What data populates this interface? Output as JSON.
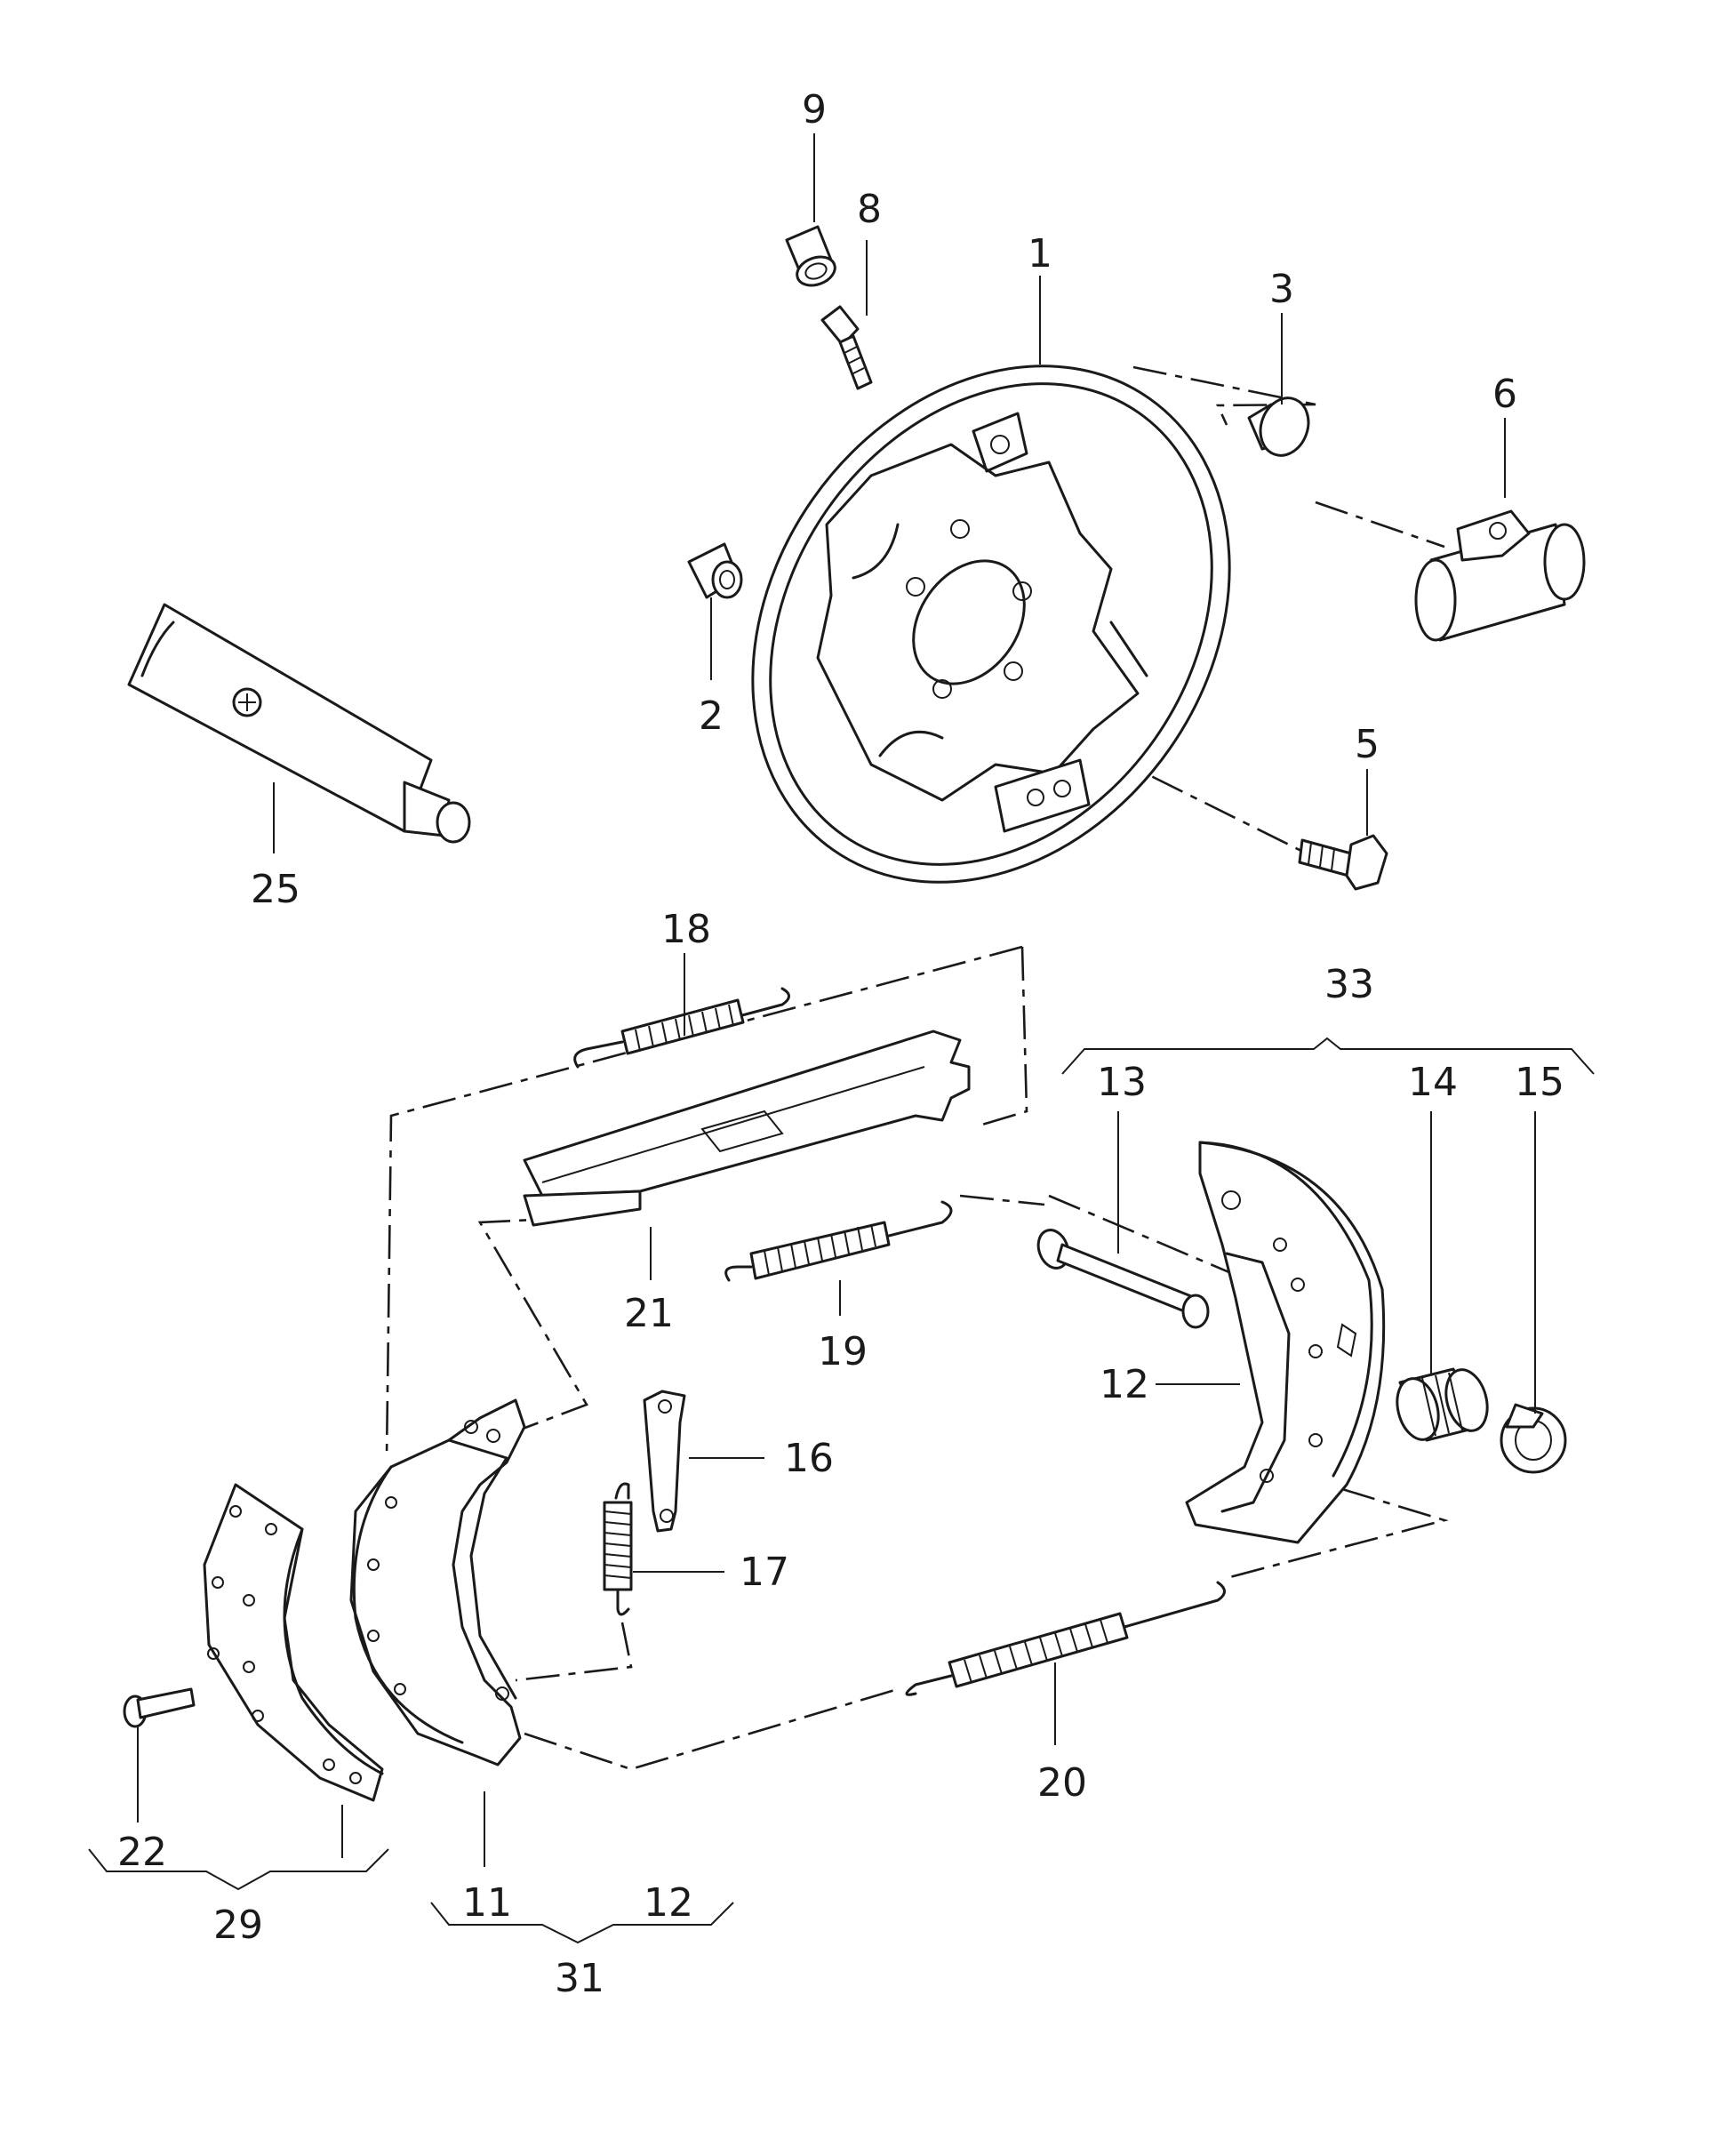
{
  "labels": {
    "l1": "1",
    "l2": "2",
    "l3": "3",
    "l5": "5",
    "l6": "6",
    "l8": "8",
    "l9": "9",
    "l11": "11",
    "l12a": "12",
    "l12b": "12",
    "l13": "13",
    "l14": "14",
    "l15": "15",
    "l16": "16",
    "l17": "17",
    "l18": "18",
    "l19": "19",
    "l20": "20",
    "l21": "21",
    "l22": "22",
    "l25": "25",
    "l29": "29",
    "l31": "31",
    "l33": "33"
  }
}
